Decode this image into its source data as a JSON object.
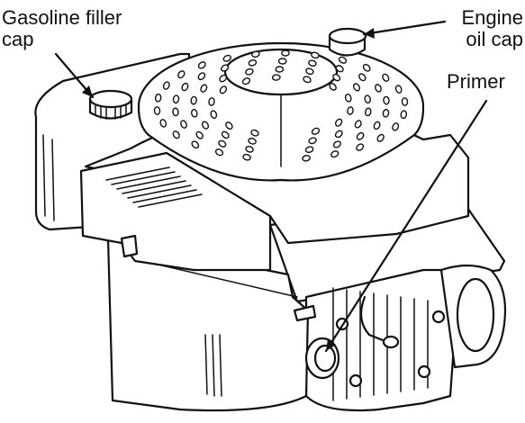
{
  "labels": {
    "gasoline_filler_cap": [
      "Gasoline filler",
      "cap"
    ],
    "engine_oil_cap": [
      "Engine",
      "oil cap"
    ],
    "primer": "Primer"
  },
  "icons": [
    "engine-illustration",
    "gas-cap-icon",
    "oil-cap-icon",
    "primer-bulb-icon"
  ]
}
